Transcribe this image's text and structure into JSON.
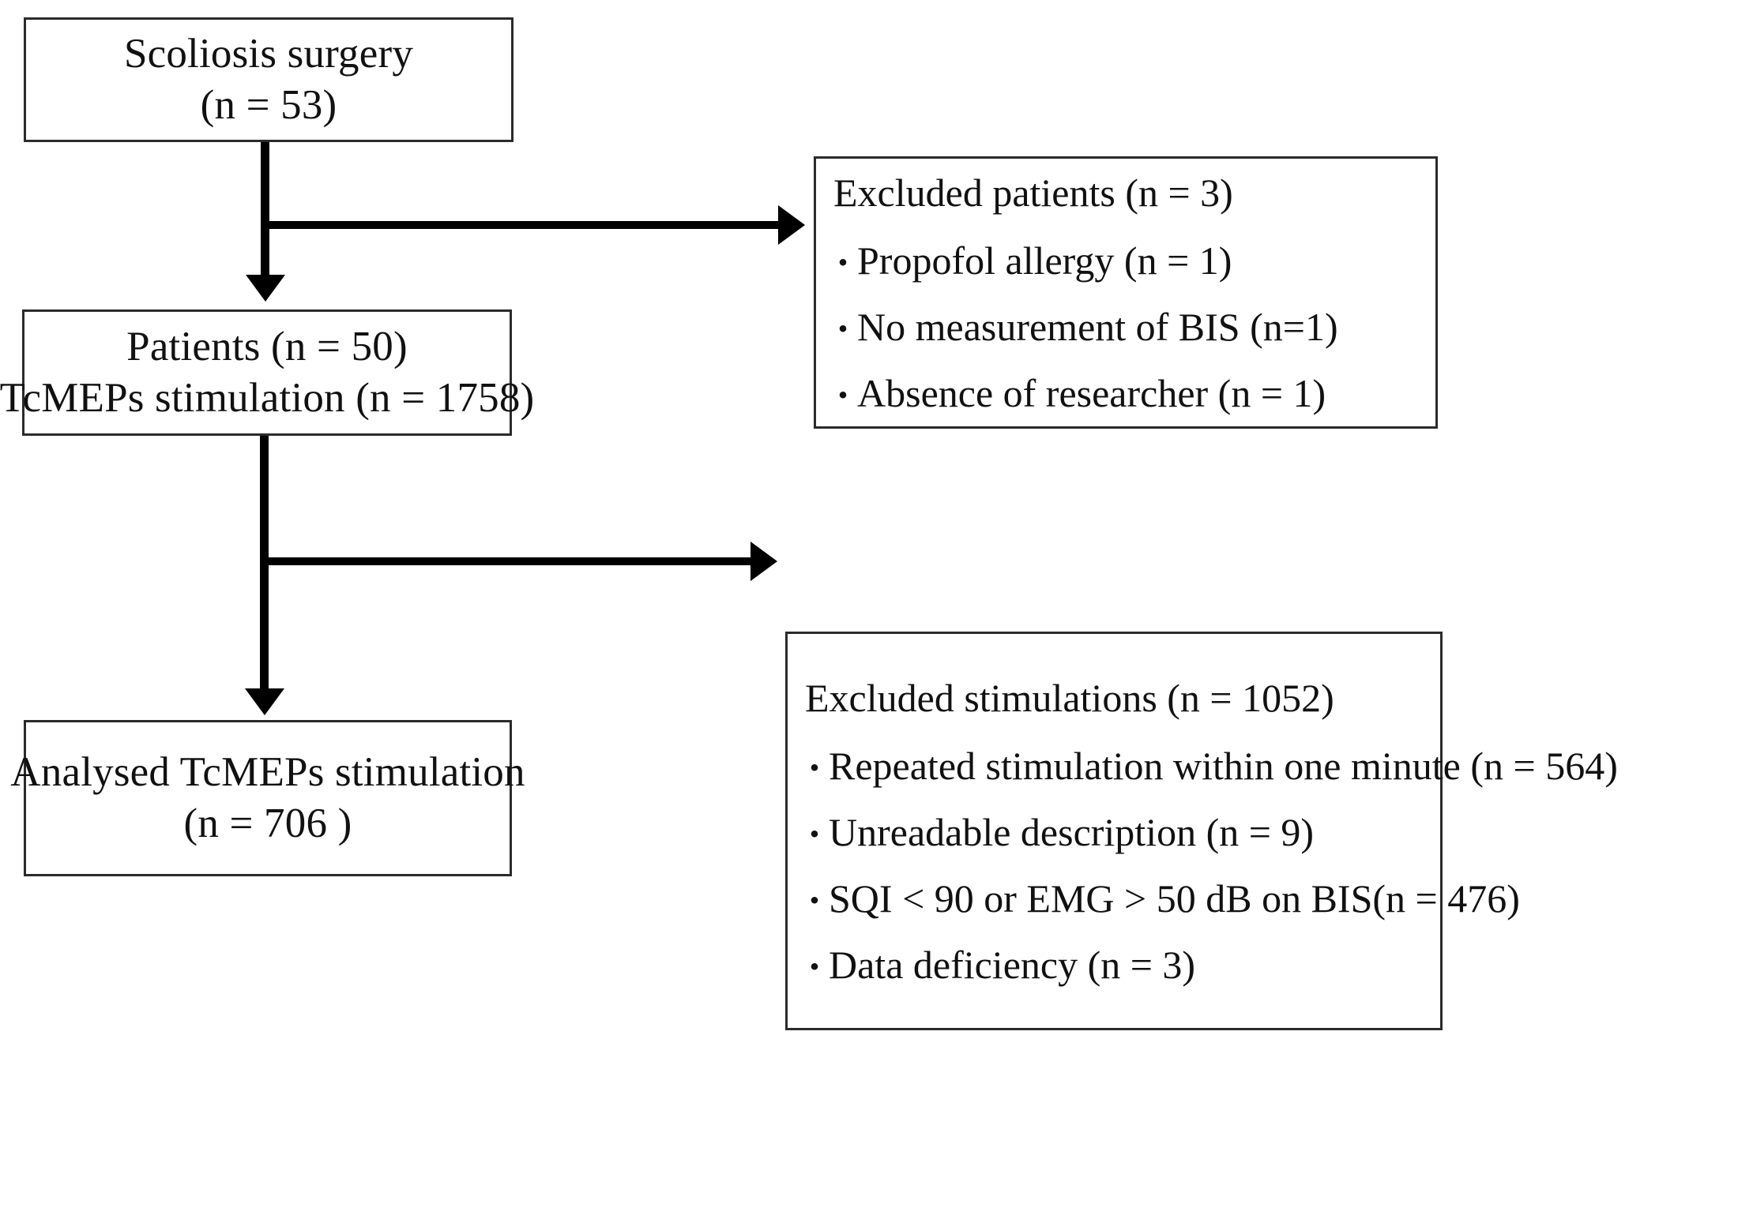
{
  "figure": {
    "type": "flowchart",
    "style": "CONSORT-style participant flow diagram",
    "colors": {
      "box_border": "#2b2b2b",
      "arrow": "#000000",
      "background": "#ffffff",
      "text": "#111111"
    }
  },
  "nodes": {
    "enrollment": {
      "line1": "Scoliosis surgery",
      "line2": "(n = 53)"
    },
    "patients": {
      "line1": "Patients (n = 50)",
      "line2": "TcMEPs stimulation (n = 1758)"
    },
    "analysed": {
      "line1": "Analysed TcMEPs stimulation",
      "line2": "(n = 706 )"
    }
  },
  "exclusions": {
    "patients_box": {
      "title": "Excluded patients (n = 3)",
      "bullet_mark": "・",
      "items": [
        "Propofol allergy (n = 1)",
        "No measurement of BIS (n=1)",
        "Absence of researcher (n = 1)"
      ]
    },
    "stimulations_box": {
      "title": "Excluded stimulations (n = 1052)",
      "bullet_mark": "・",
      "items": [
        "Repeated stimulation within one minute (n = 564)",
        "Unreadable description (n = 9)",
        "SQI < 90 or EMG > 50 dB on BIS(n = 476)",
        "Data deficiency (n = 3)"
      ]
    }
  }
}
